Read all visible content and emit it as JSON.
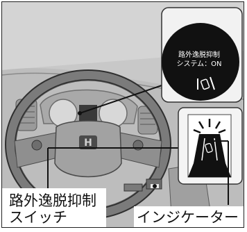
{
  "display": {
    "line1": "路外逸脱抑制",
    "line2": "システム：ON"
  },
  "labels": {
    "switch_line1": "路外逸脱抑制",
    "switch_line2": "スイッチ",
    "indicator": "インジケーター"
  },
  "icons": [
    "road-departure-icon",
    "steering-wheel-icon",
    "honda-logo-icon"
  ],
  "colors": {
    "background": "#c9c9c9",
    "display_bg": "#111111",
    "callout_line": "#111111"
  }
}
